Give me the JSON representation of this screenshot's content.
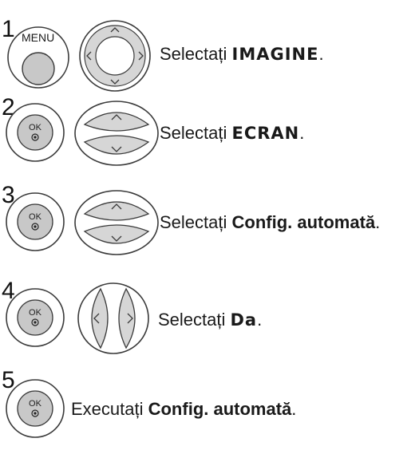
{
  "steps": [
    {
      "number": "1",
      "button": "MENU",
      "control": "four-way-arrows-icon",
      "text_prefix": "Selectați ",
      "text_keyword": "IMAGINE",
      "text_suffix": "."
    },
    {
      "number": "2",
      "button": "OK",
      "control": "up-down-arrows-icon",
      "text_prefix": "Selectați ",
      "text_keyword": "ECRAN",
      "text_suffix": "."
    },
    {
      "number": "3",
      "button": "OK",
      "control": "up-down-arrows-icon",
      "text_prefix": "Selectați ",
      "text_keyword": "Config. automată",
      "text_suffix": "."
    },
    {
      "number": "4",
      "button": "OK",
      "control": "left-right-arrows-icon",
      "text_prefix": "Selectați ",
      "text_keyword": "Da",
      "text_suffix": "."
    },
    {
      "number": "5",
      "button": "OK",
      "control": null,
      "text_prefix": "Executați ",
      "text_keyword": "Config. automată",
      "text_suffix": "."
    }
  ],
  "colors": {
    "button_fill": "#c8c8c8",
    "outline": "#3a3a3a",
    "arrow_pad": "#d6d6d6"
  }
}
